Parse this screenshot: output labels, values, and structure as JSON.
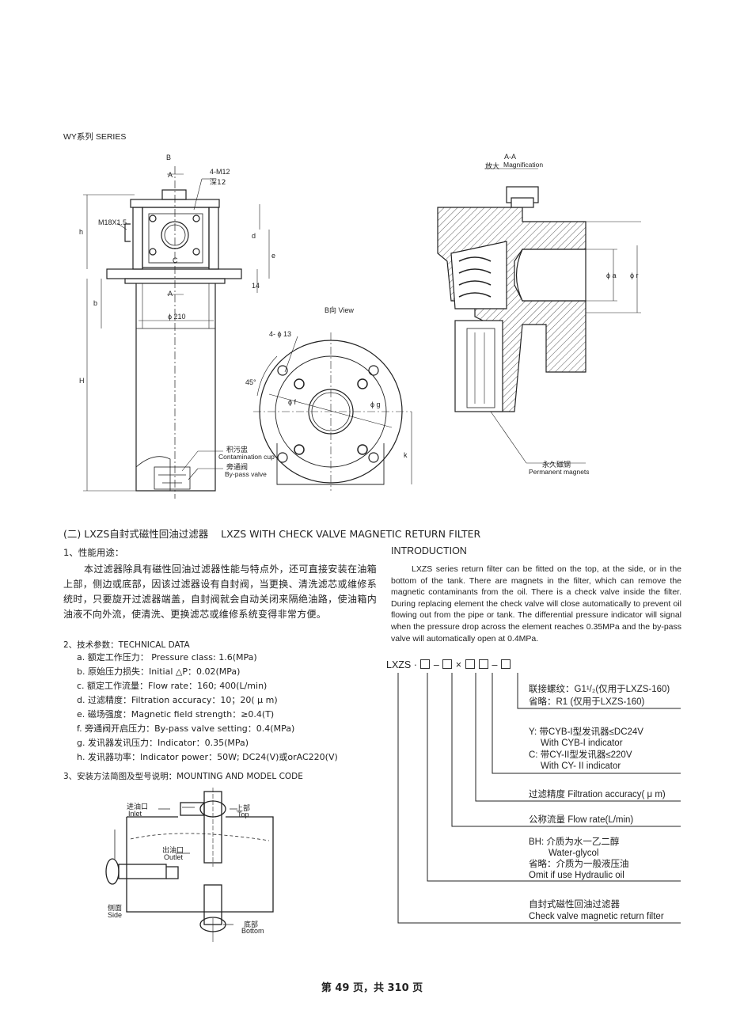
{
  "series_label": "WY系列 SERIES",
  "drawing1": {
    "B": "B",
    "A_top": "A",
    "A_bottom": "A",
    "thread_4m12": "4-M12",
    "depth12": "深12",
    "m18": "M18X1.5",
    "h": "h",
    "d": "d",
    "e": "e",
    "C": "C",
    "b": "b",
    "n14": "14",
    "phi210": "ϕ 210",
    "H": "H",
    "cup_cn": "积污盅",
    "cup_en": "Contamination cup",
    "bypass_cn": "旁通阀",
    "bypass_en": "By-pass valve"
  },
  "drawing2": {
    "view": "B向    View",
    "holes": "4- ϕ 13",
    "deg45": "45°",
    "phif": "ϕ f",
    "phig": "ϕ g",
    "k": "k"
  },
  "drawing3": {
    "aa": "A-A",
    "mag_cn": "放大",
    "mag_en": "Magnification",
    "phia": "ϕ a",
    "phir": "ϕ r",
    "perm_cn": "永久磁钢",
    "perm_en": "Permanent magnets"
  },
  "section_title": "(二) LXZS自封式磁性回油过滤器    LXZS WITH CHECK VALVE MAGNETIC RETURN FILTER",
  "s1_heading": "1、性能用途：",
  "s1_body": "本过滤器除具有磁性回油过滤器性能与特点外，还可直接安装在油箱上部，侧边或底部，因该过滤器设有自封阀，当更换、清洗滤芯或维修系统时，只要旋开过滤器端盖，自封阀就会自动关闭来隔绝油路，使油箱内油液不向外流，使清洗、更换滤芯或维修系统变得非常方便。",
  "intro_heading": "INTRODUCTION",
  "intro_body": "LXZS series return filter can be fitted on the top, at the side, or in the bottom of the tank. There are magnets in the filter, which can remove the magnetic contaminants from the oil. There is a check valve inside the filter. During replacing element the check valve will close automatically to prevent oil flowing out from the pipe or tank. The differential pressure indicator will signal when the pressure drop across the element reaches 0.35MPa and the by-pass valve will automatically open at 0.4MPa.",
  "s2_heading": "2、技术参数：TECHNICAL DATA",
  "tech": [
    "a. 额定工作压力： Pressure class: 1.6(MPa)",
    "b. 原始压力损失：Initial △P：0.02(MPa)",
    "c. 额定工作流量：Flow rate：160; 400(L/min)",
    "d. 过滤精度：Filtration accuracy：10；20( μ m)",
    "e. 磁场强度：Magnetic field strength：≥0.4(T)",
    "f. 旁通阀开启压力：By-pass valve setting：0.4(MPa)",
    "g. 发讯器发讯压力：Indicator：0.35(MPa)",
    "h. 发讯器功率：Indicator power：50W; DC24(V)或orAC220(V)"
  ],
  "s3_heading": "3、安装方法简图及型号说明：MOUNTING AND MODEL CODE",
  "mounting": {
    "inlet_cn": "进油口",
    "inlet_en": "Inlet",
    "top_cn": "上部",
    "top_en": "Top",
    "outlet_cn": "出油口",
    "outlet_en": "Outlet",
    "side_cn": "侧面",
    "side_en": "Side",
    "bottom_cn": "底部",
    "bottom_en": "Bottom"
  },
  "model": {
    "prefix": "LXZS · ",
    "thread_cn": "联接螺纹：G1¹/₂(仅用于LXZS-160)",
    "thread_omit": "省略：R1 (仅用于LXZS-160)",
    "y1": "Y: 带CYB-I型发讯器≤DC24V",
    "y2": "With CYB-I indicator",
    "c1": "C: 带CY-II型发讯器≤220V",
    "c2": "With CY- II indicator",
    "accuracy": "过滤精度  Filtration accuracy( μ m)",
    "flow": "公称流量 Flow rate(L/min)",
    "bh1": "BH: 介质为水一乙二醇",
    "bh2": "Water-glycol",
    "bh3": "省略：介质为一般液压油",
    "bh4": "Omit if use Hydraulic oil",
    "name_cn": "自封式磁性回油过滤器",
    "name_en": "Check valve magnetic return filter"
  },
  "footer": "第 49 页，共 310 页"
}
